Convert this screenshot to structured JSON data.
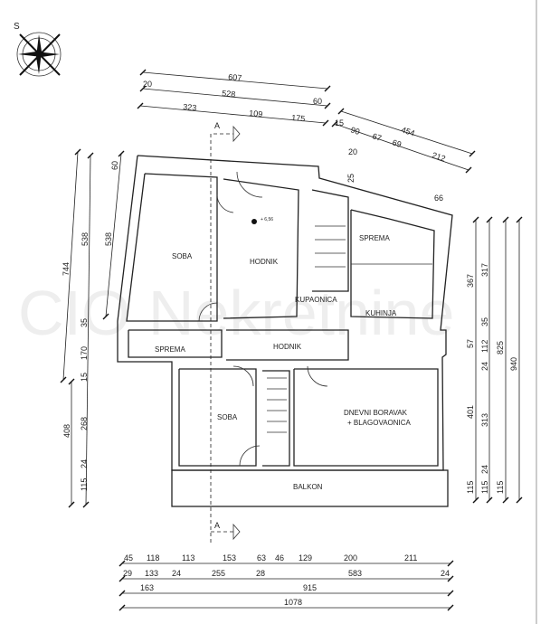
{
  "watermark": "CIO Nekretnine",
  "compass": {
    "label": "S"
  },
  "elevation": "+ 6,56",
  "section_marker": "A",
  "rooms": {
    "soba_upper": "SOBA",
    "hodnik_upper": "HODNIK",
    "sprema_right": "SPREMA",
    "kupaonica": "KUPAONICA",
    "kuhinja": "KUHINJA",
    "sprema_left": "SPREMA",
    "hodnik_middle": "HODNIK",
    "soba_lower": "SOBA",
    "dnevni_1": "DNEVNI BORAVAK",
    "dnevni_2": "+ BLAGOVAONICA",
    "balkon": "BALKON"
  },
  "dims": {
    "top": [
      "607",
      "20",
      "528",
      "60",
      "323",
      "109",
      "175"
    ],
    "top_right": [
      "454",
      "15",
      "90",
      "67",
      "69",
      "212",
      "20",
      "25",
      "66"
    ],
    "left": [
      "744",
      "538",
      "35",
      "170",
      "15",
      "268",
      "24",
      "115",
      "408",
      "60",
      "538"
    ],
    "right": [
      "367",
      "57",
      "401",
      "115",
      "317",
      "35",
      "112",
      "24",
      "313",
      "24",
      "115",
      "825",
      "115",
      "940"
    ],
    "bottom_row1": [
      "45",
      "118",
      "113",
      "153",
      "63",
      "46",
      "129",
      "200",
      "211"
    ],
    "bottom_row2": [
      "29",
      "133",
      "24",
      "255",
      "28",
      "583",
      "24"
    ],
    "bottom_row3": [
      "163",
      "915"
    ],
    "bottom_row4": [
      "1078"
    ]
  }
}
